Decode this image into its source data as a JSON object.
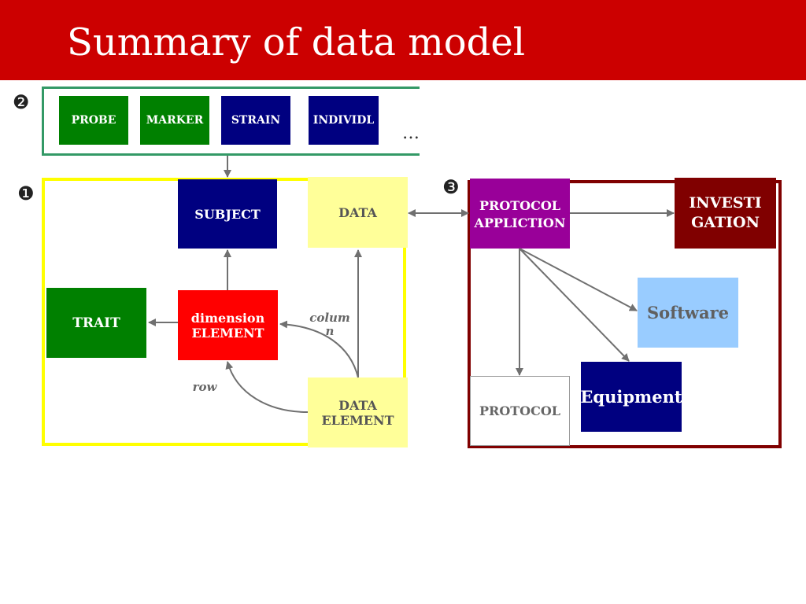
{
  "title": "Summary of data model",
  "markers": {
    "one": "❶",
    "two": "❷",
    "three": "❸"
  },
  "ellipsis": "…",
  "top_group": {
    "probe": "PROBE",
    "marker": "MARKER",
    "strain": "STRAIN",
    "individl": "INDIVIDL"
  },
  "group1": {
    "subject": "SUBJECT",
    "data": "DATA",
    "trait": "TRAIT",
    "dimension_line1": "dimension",
    "dimension_line2": "ELEMENT",
    "data_element_line1": "DATA",
    "data_element_line2": "ELEMENT",
    "label_column_line1": "colum",
    "label_column_line2": "n",
    "label_row": "row"
  },
  "group3": {
    "protocol_app_line1": "PROTOCOL",
    "protocol_app_line2": "APPLICTION",
    "investigation_line1": "INVESTI",
    "investigation_line2": "GATION",
    "software": "Software",
    "equipment": "Equipment",
    "protocol": "PROTOCOL"
  },
  "colors": {
    "header": "#cc0000",
    "green": "#008000",
    "navy": "#000080",
    "red": "#ff0000",
    "light_yellow": "#ffff99",
    "yellow_frame": "#ffff00",
    "teal_frame": "#339966",
    "maroon": "#800000",
    "purple": "#990099",
    "light_blue": "#99ccff",
    "arrow": "#707070"
  }
}
